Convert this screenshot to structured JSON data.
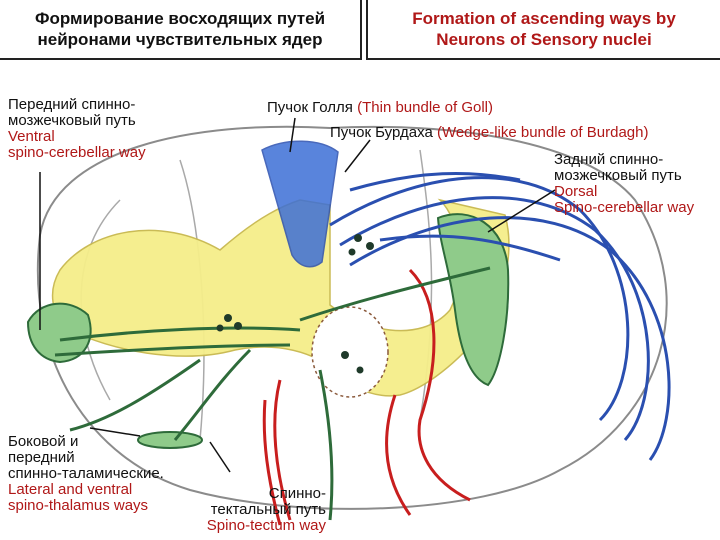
{
  "title": {
    "ru_line1": "Формирование восходящих путей",
    "ru_line2": "нейронами чувствительных ядер",
    "en_line1": "Formation of ascending  ways by",
    "en_line2": "Neurons of Sensory nuclei"
  },
  "labels": {
    "ventral_sc": {
      "ru1": "Передний спинно-",
      "ru2": "мозжечковый путь",
      "en1": "Ventral",
      "en2": "spino-cerebellar way"
    },
    "goll": {
      "ru": "Пучок Голля ",
      "en": "(Thin bundle of Goll)"
    },
    "burdach": {
      "ru": "Пучок Бурдаха ",
      "en": "(Wedge-like bundle of Burdagh)"
    },
    "dorsal_sc": {
      "ru1": "Задний спинно-",
      "ru2": "мозжечковый путь",
      "en1": "Dorsal",
      "en2": "Spino-cerebellar way"
    },
    "spinothalamic": {
      "ru1": "Боковой и",
      "ru2": " передний",
      "ru3": "спинно-таламические.",
      "en1": "Lateral and ventral",
      "en2": "spino-thalamus ways"
    },
    "spinotectal": {
      "ru1": "Спинно-",
      "ru2": "тектальный путь",
      "en": "Spino-tectum way"
    }
  },
  "colors": {
    "gray_matter": "#f5ee8a",
    "pathway_green": "#2e6b3a",
    "tract_green": "#8fcb8a",
    "goll_blue": "#3d6fd6",
    "fiber_blue": "#2a4fb0",
    "fiber_red": "#c81e1e",
    "outline": "#8b8b8b",
    "english_text": "#b01818"
  }
}
